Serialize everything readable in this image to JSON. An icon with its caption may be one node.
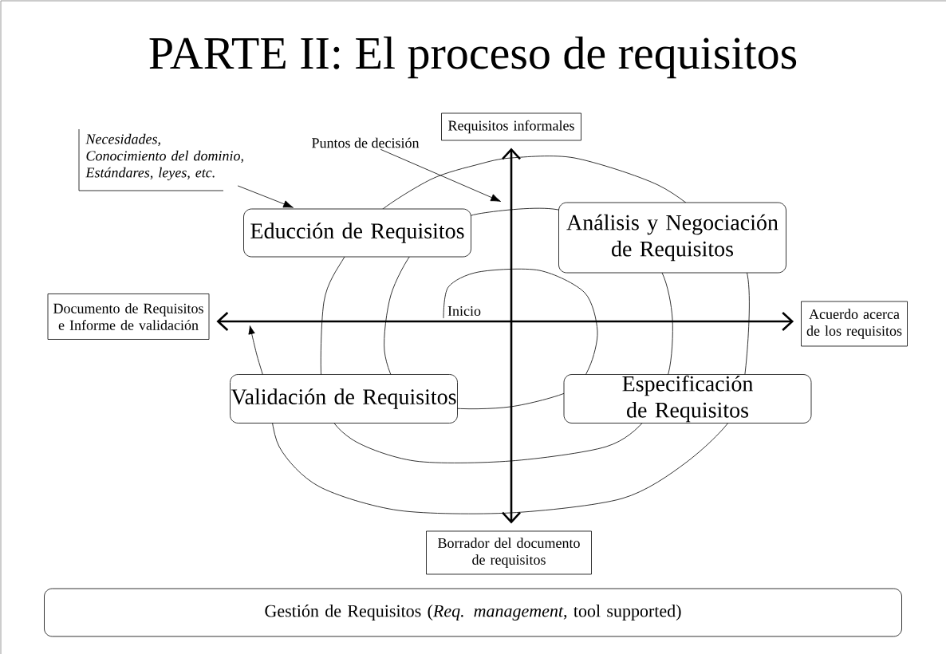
{
  "diagram": {
    "title": "PARTE II:  El proceso de requisitos",
    "nodes": [
      {
        "text": [
          "Educción de Requisitos"
        ]
      },
      {
        "text": [
          "Análisis y Negociación de Requisitos"
        ]
      },
      {
        "text": [
          "Validación de Requisitos"
        ]
      },
      {
        "text": [
          "Especificación de Requisitos"
        ]
      },
      {
        "text": [
          "Requisitos informales"
        ]
      },
      {
        "text": [
          "Documento de Requisitos e Informe de validación"
        ]
      },
      {
        "text": [
          "Acuerdo acerca de los requisitos"
        ]
      },
      {
        "text": [
          "Borrador del documento de requisitos"
        ]
      },
      {
        "text": [
          "Necesidades, Conocimiento del dominio, Estándares, leyes, etc."
        ]
      },
      {
        "text": [
          "Puntos de decisión"
        ]
      },
      {
        "text": [
          "Gestión de Requisitos (*Req. management*, tool supported)"
        ]
      }
    ],
    "edges": [
      {
        "from": 4,
        "to": 7,
        "arrow": "both",
        "style": "thick"
      },
      {
        "from": 5,
        "to": 6,
        "arrow": "both",
        "style": "thick"
      },
      {
        "from": 8,
        "to": 0,
        "arrow": "to"
      },
      {
        "from": 9,
        "to": null,
        "arrow": "to"
      }
    ],
    "labels": [
      "Inicio"
    ]
  }
}
